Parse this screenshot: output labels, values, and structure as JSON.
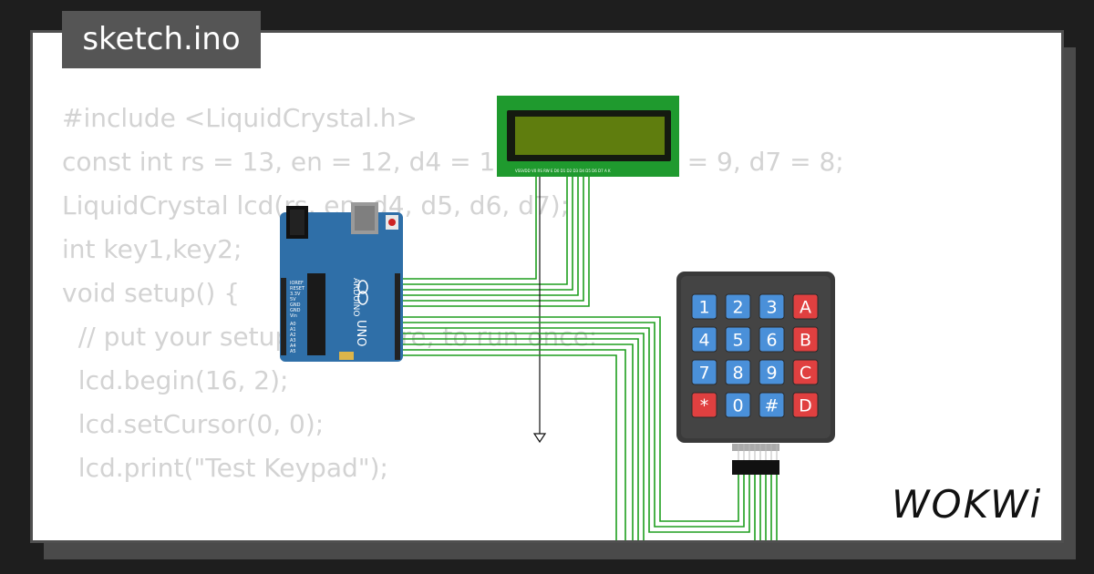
{
  "title": "sketch.ino",
  "code_lines": [
    "#include <LiquidCrystal.h>",
    "const int rs = 13, en = 12, d4 = 11, d5 = 10, d6 = 9, d7 = 8;",
    "LiquidCrystal lcd(rs, en, d4, d5, d6, d7);",
    "int key1,key2;",
    "",
    "void setup() {",
    "  // put your setup code here, to run once:",
    "  lcd.begin(16, 2);",
    "  lcd.setCursor(0, 0);",
    "  lcd.print(\"Test Keypad\");"
  ],
  "lcd": {
    "pin_labels": "VSSVDD V0 RS RW E D0 D1 D2 D3 D4 D5 D6 D7 A K"
  },
  "arduino": {
    "brand": "ARDUINO",
    "model": "UNO",
    "left_header": [
      "IOREF",
      "RESET",
      "3.3V",
      "5V",
      "GND",
      "GND",
      "Vin",
      "A0",
      "A1",
      "A2",
      "A3",
      "A4",
      "A5"
    ]
  },
  "keypad": {
    "keys": [
      {
        "label": "1",
        "type": "num"
      },
      {
        "label": "2",
        "type": "num"
      },
      {
        "label": "3",
        "type": "num"
      },
      {
        "label": "A",
        "type": "letter"
      },
      {
        "label": "4",
        "type": "num"
      },
      {
        "label": "5",
        "type": "num"
      },
      {
        "label": "6",
        "type": "num"
      },
      {
        "label": "B",
        "type": "letter"
      },
      {
        "label": "7",
        "type": "num"
      },
      {
        "label": "8",
        "type": "num"
      },
      {
        "label": "9",
        "type": "num"
      },
      {
        "label": "C",
        "type": "letter"
      },
      {
        "label": "*",
        "type": "letter"
      },
      {
        "label": "0",
        "type": "num"
      },
      {
        "label": "#",
        "type": "num"
      },
      {
        "label": "D",
        "type": "letter"
      }
    ]
  },
  "logo": "WOKWi",
  "colors": {
    "wire": "#1e9e1e",
    "key_blue": "#4a90d9",
    "key_red": "#e04040",
    "board": "#2f6fa8",
    "lcd_pcb": "#1f9a2e",
    "lcd_screen": "#5f7d0e"
  }
}
